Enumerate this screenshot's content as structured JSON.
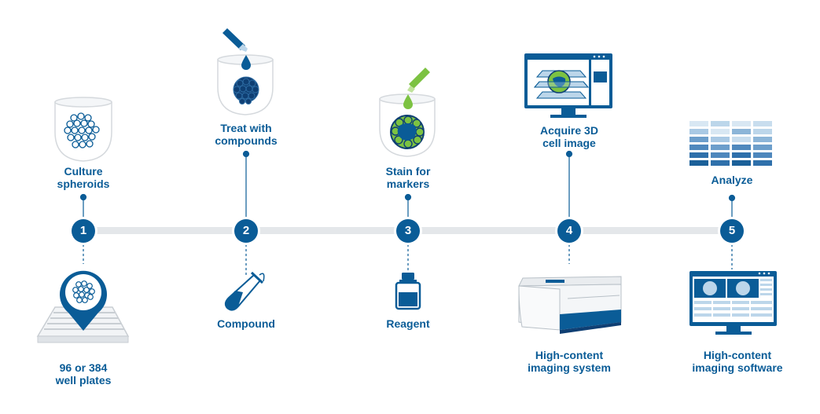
{
  "colors": {
    "primary": "#0a5c97",
    "light_blue": "#bcd6ea",
    "track": "#e4e7ea",
    "green": "#7cc242"
  },
  "steps": [
    {
      "number": "1",
      "top_label": "Culture\nspheroids",
      "bottom_label": "96 or 384\nwell plates"
    },
    {
      "number": "2",
      "top_label": "Treat with\ncompounds",
      "bottom_label": "Compound"
    },
    {
      "number": "3",
      "top_label": "Stain for\nmarkers",
      "bottom_label": "Reagent"
    },
    {
      "number": "4",
      "top_label": "Acquire 3D\ncell image",
      "bottom_label": "High-content\nimaging system"
    },
    {
      "number": "5",
      "top_label": "Analyze",
      "bottom_label": "High-content\nimaging software"
    }
  ]
}
